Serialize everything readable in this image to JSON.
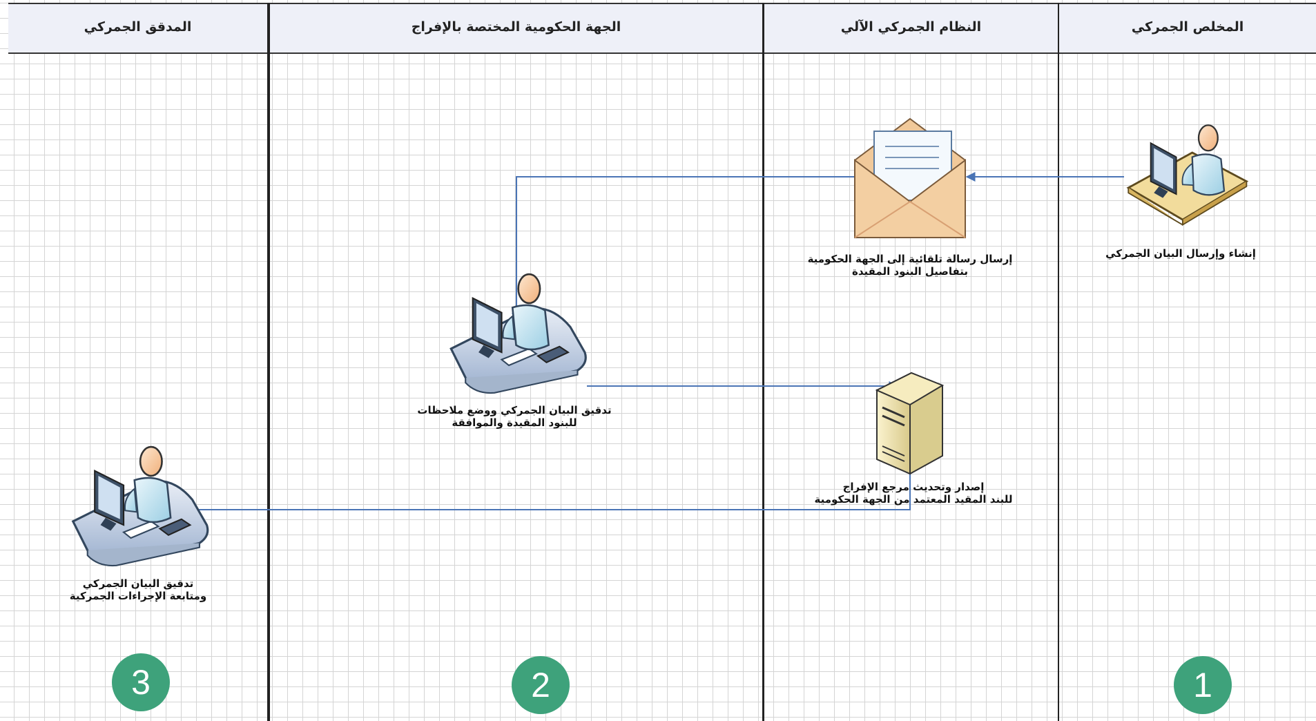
{
  "lanes": [
    {
      "title": "المدقق الجمركي",
      "number": "3"
    },
    {
      "title": "الجهة الحكومية المختصة بالإفراج",
      "number": "2"
    },
    {
      "title": "النظام الجمركي الآلي",
      "number": ""
    },
    {
      "title": "المخلص الجمركي",
      "number": "1"
    }
  ],
  "steps": {
    "create_send": {
      "line1": "إنشاء وإرسال البيان الجمركي"
    },
    "auto_message": {
      "line1": "إرسال رسالة تلقائية إلى الجهة الحكومية",
      "line2": "بتفاصيل البنود المقيدة"
    },
    "gov_review": {
      "line1": "تدقيق البيان الجمركي ووضع ملاحظات",
      "line2": "للبنود المقيدة والموافقة"
    },
    "issue_ref": {
      "line1": "إصدار وتحديث مرجع الإفراج",
      "line2": "للبند المقيد المعتمد من الجهة الحكومية"
    },
    "auditor_review": {
      "line1": "تدقيق البيان الجمركي",
      "line2": "ومتابعة الإجراءات الجمركية"
    }
  },
  "colors": {
    "connector": "#4a74b5",
    "badge": "#3ea27b",
    "header": "#eef0f8"
  }
}
